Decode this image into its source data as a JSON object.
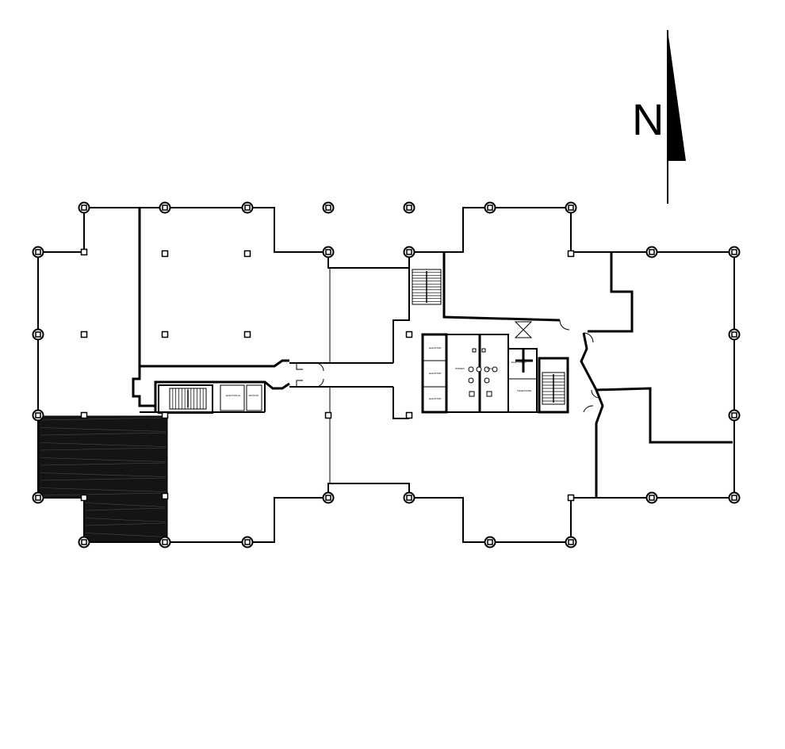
{
  "north_arrow": {
    "letter": "N"
  },
  "plan": {
    "small_labels": [
      "ELECTRICAL",
      "JANITOR",
      "ELEVATOR",
      "ELEVATOR",
      "ELEVATOR",
      "WOMEN",
      "MEN",
      "ELECTRICAL",
      "TELEPHONE"
    ]
  }
}
